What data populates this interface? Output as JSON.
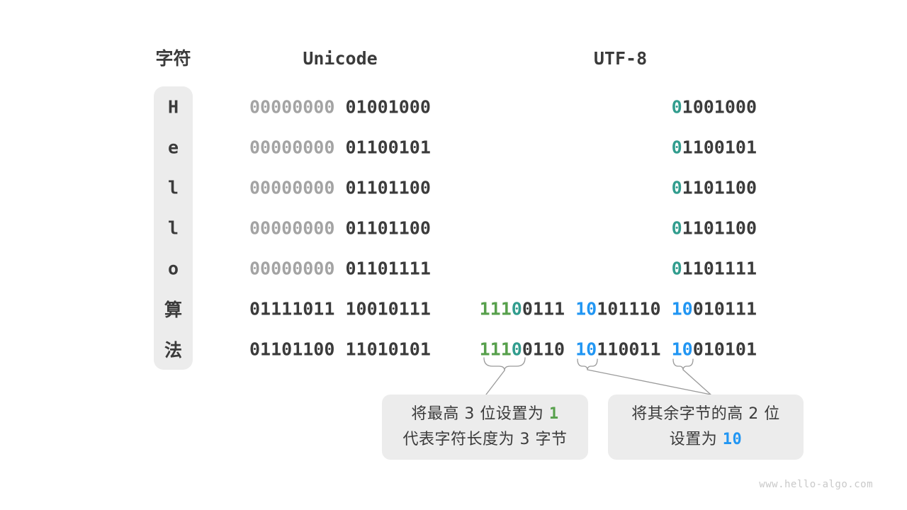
{
  "headers": {
    "char": "字符",
    "unicode": "Unicode",
    "utf8": "UTF-8"
  },
  "colors": {
    "dark": "#3b3b3b",
    "dim": "#a3a3a3",
    "green": "#57a04c",
    "teal": "#319d8e",
    "blue": "#2196f3",
    "box": "#ececec",
    "line": "#9a9a9a",
    "watermark": "#c9c9c9"
  },
  "rows": [
    {
      "char": "H",
      "unicode": [
        {
          "t": "00000000",
          "c": "dim"
        },
        {
          "t": " 01001000",
          "c": "dark"
        }
      ],
      "utf8": [
        {
          "t": "0",
          "c": "teal"
        },
        {
          "t": "1001000",
          "c": "dark"
        }
      ]
    },
    {
      "char": "e",
      "unicode": [
        {
          "t": "00000000",
          "c": "dim"
        },
        {
          "t": " 01100101",
          "c": "dark"
        }
      ],
      "utf8": [
        {
          "t": "0",
          "c": "teal"
        },
        {
          "t": "1100101",
          "c": "dark"
        }
      ]
    },
    {
      "char": "l",
      "unicode": [
        {
          "t": "00000000",
          "c": "dim"
        },
        {
          "t": " 01101100",
          "c": "dark"
        }
      ],
      "utf8": [
        {
          "t": "0",
          "c": "teal"
        },
        {
          "t": "1101100",
          "c": "dark"
        }
      ]
    },
    {
      "char": "l",
      "unicode": [
        {
          "t": "00000000",
          "c": "dim"
        },
        {
          "t": " 01101100",
          "c": "dark"
        }
      ],
      "utf8": [
        {
          "t": "0",
          "c": "teal"
        },
        {
          "t": "1101100",
          "c": "dark"
        }
      ]
    },
    {
      "char": "o",
      "unicode": [
        {
          "t": "00000000",
          "c": "dim"
        },
        {
          "t": " 01101111",
          "c": "dark"
        }
      ],
      "utf8": [
        {
          "t": "0",
          "c": "teal"
        },
        {
          "t": "1101111",
          "c": "dark"
        }
      ]
    },
    {
      "char": "算",
      "unicode": [
        {
          "t": "01111011 10010111",
          "c": "dark"
        }
      ],
      "utf8": [
        {
          "t": "111",
          "c": "green"
        },
        {
          "t": "0",
          "c": "teal"
        },
        {
          "t": "0111 ",
          "c": "dark"
        },
        {
          "t": "10",
          "c": "blue"
        },
        {
          "t": "101110 ",
          "c": "dark"
        },
        {
          "t": "10",
          "c": "blue"
        },
        {
          "t": "010111",
          "c": "dark"
        }
      ]
    },
    {
      "char": "法",
      "unicode": [
        {
          "t": "01101100 11010101",
          "c": "dark"
        }
      ],
      "utf8": [
        {
          "t": "111",
          "c": "green"
        },
        {
          "t": "0",
          "c": "teal"
        },
        {
          "t": "0110 ",
          "c": "dark"
        },
        {
          "t": "10",
          "c": "blue"
        },
        {
          "t": "110011 ",
          "c": "dark"
        },
        {
          "t": "10",
          "c": "blue"
        },
        {
          "t": "010101",
          "c": "dark"
        }
      ]
    }
  ],
  "callouts": {
    "left": {
      "line1": [
        {
          "t": "将最高 3 位设置为 ",
          "c": "plain"
        },
        {
          "t": "1",
          "c": "green hl"
        }
      ],
      "line2": [
        {
          "t": "代表字符长度为 3 字节",
          "c": "plain"
        }
      ]
    },
    "right": {
      "line1": [
        {
          "t": "将其余字节的高 2 位",
          "c": "plain"
        }
      ],
      "line2": [
        {
          "t": "设置为 ",
          "c": "plain"
        },
        {
          "t": "10",
          "c": "blue hl"
        }
      ]
    }
  },
  "watermark": "www.hello-algo.com"
}
